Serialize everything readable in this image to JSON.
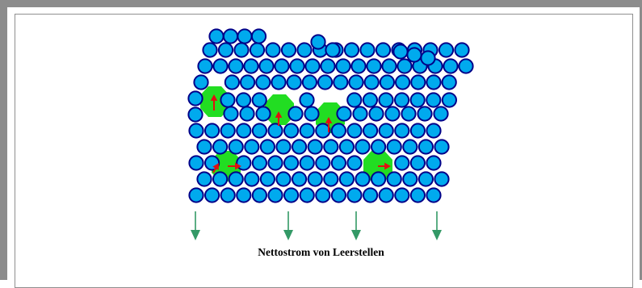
{
  "caption": "Nettostrom von Leerstellen",
  "colors": {
    "atom_fill": "#00aaee",
    "atom_stroke": "#000088",
    "vacancy": "#22dd22",
    "jump_arrow": "#e01010",
    "flow_arrow": "#339966",
    "frame": "#8c8c8c"
  },
  "vacancy_count": 5,
  "flow_arrow_count": 4
}
